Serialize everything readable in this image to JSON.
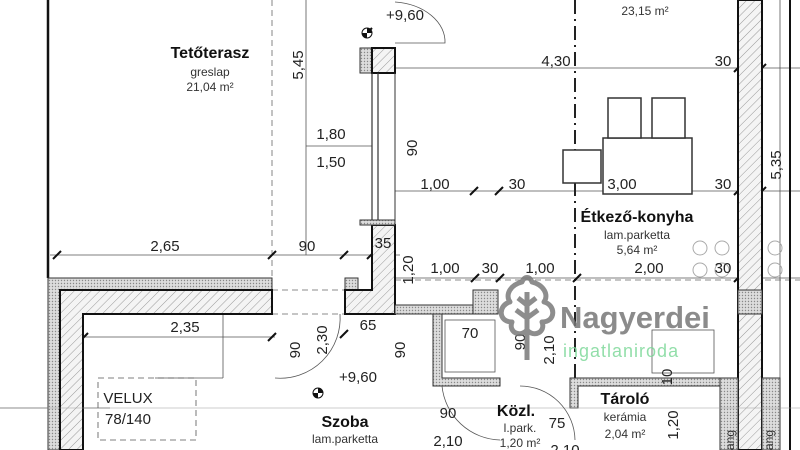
{
  "rooms": {
    "terrace": {
      "name": "Tetőterasz",
      "floor": "greslap",
      "area": "21,04 m²"
    },
    "top_room": {
      "area": "23,15 m²"
    },
    "kitchen": {
      "name": "Étkező-konyha",
      "floor": "lam.parketta",
      "area": "5,64 m²"
    },
    "room": {
      "name": "Szoba",
      "floor": "lam.parketta"
    },
    "corridor": {
      "name": "Közl.",
      "floor": "l.park.",
      "area": "1,20 m²"
    },
    "storage": {
      "name": "Tároló",
      "floor": "kerámia",
      "area": "2,04 m²"
    }
  },
  "levels": [
    "+9,60",
    "+9,60"
  ],
  "window_label": [
    "VELUX",
    "78/140"
  ],
  "dimensions": [
    "5,45",
    "1,80",
    "1,50",
    "90",
    "4,30",
    "30",
    "1,00",
    "30",
    "3,00",
    "30",
    "5,35",
    "2,65",
    "90",
    "35",
    "1,20",
    "1,00",
    "30",
    "1,00",
    "2,00",
    "30",
    "2,35",
    "65",
    "2,30",
    "90",
    "90",
    "70",
    "90",
    "2,10",
    "10",
    "90",
    "2,10",
    "75",
    "1,20",
    "2,10"
  ],
  "side_labels": [
    "ang",
    "ang"
  ],
  "watermark": {
    "brand": "Nagyerdei",
    "sub": "ingatlaniroda",
    "brand_color": "#777777",
    "sub_color": "#7fd99b"
  }
}
